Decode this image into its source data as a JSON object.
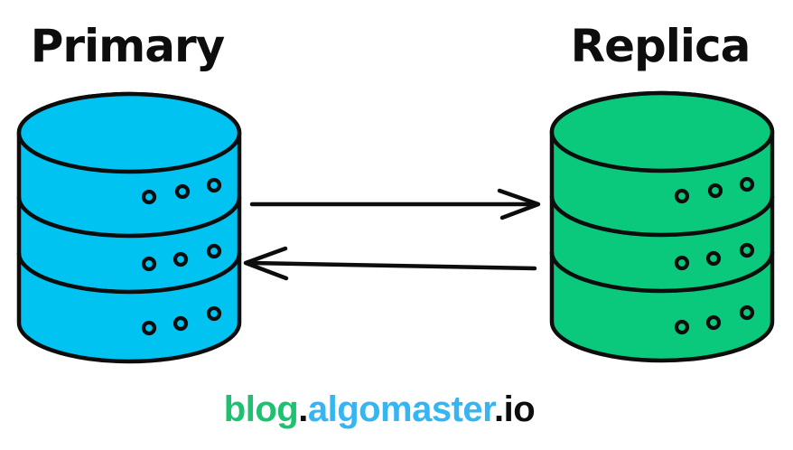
{
  "diagram": {
    "type": "database-replication",
    "edge_color": "#0d0d0d",
    "nodes": [
      {
        "id": "primary",
        "label": "Primary",
        "shape": "database-cylinder",
        "fill": "#00c3f1"
      },
      {
        "id": "replica",
        "label": "Replica",
        "shape": "database-cylinder",
        "fill": "#0bc97c"
      }
    ],
    "edges": [
      {
        "from": "primary",
        "to": "replica",
        "direction": "right",
        "label": ""
      },
      {
        "from": "replica",
        "to": "primary",
        "direction": "left",
        "label": ""
      }
    ]
  },
  "footer": {
    "parts": [
      {
        "text": "blog",
        "color": "#1dc16f"
      },
      {
        "text": ".",
        "color": "#0d0d0d"
      },
      {
        "text": "algomaster",
        "color": "#35b5f2"
      },
      {
        "text": ".",
        "color": "#0d0d0d"
      },
      {
        "text": "io",
        "color": "#0d0d0d"
      }
    ]
  }
}
